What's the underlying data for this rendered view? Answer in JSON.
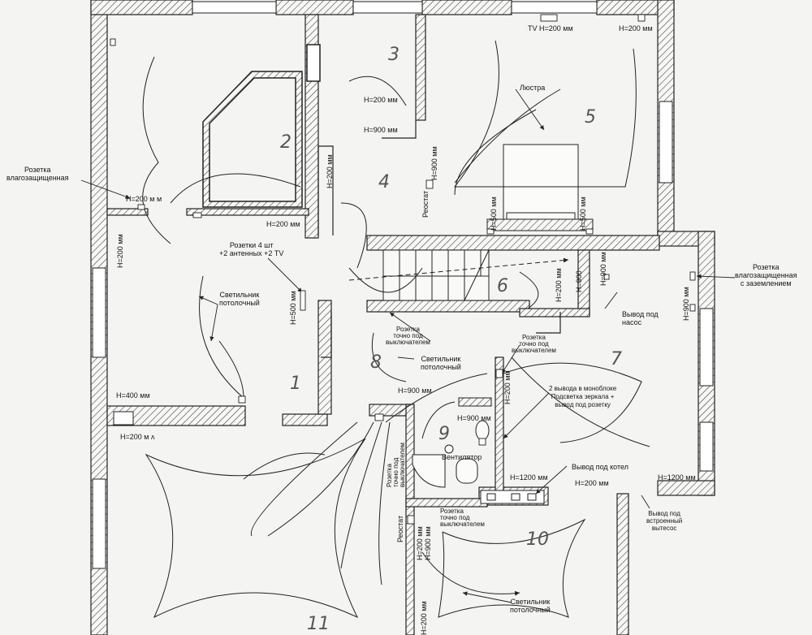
{
  "labels": {
    "rozetka_vlago": "Розетка\nвлагозащищенная",
    "h200_a": "H=200 м м",
    "h200_b": "H=200 мм",
    "h200_c": "H=200 мм",
    "h200_vert_left": "H=200 мм",
    "h200_vert_mid": "H=200 мм",
    "rozetki4": "Розетки 4 шт\n+2 антенных +2 TV",
    "svetilnik1": "Светильник\nпотолочный",
    "h500_left": "H=500 мм",
    "h400": "H=400 мм",
    "h200_bottom_left": "H=200 м ᴧ",
    "h200_room3": "H=200 мм",
    "h900_room3": "H=900 мм",
    "h900_vert_room4": "H=900 мм",
    "reostat_room4": "Реостат",
    "lyustra": "Люстра",
    "tv_h200": "TV H=200 мм",
    "h200_top_right": "H=200 мм",
    "h500_bed_left": "H=500 мм",
    "h500_bed_right": "H=500 мм",
    "rozetka_vlago_zazem": "Розетка\nвлагозащищенная\nс заземлением",
    "h900_room6": "H=900",
    "h200_room6": "H=200 мм",
    "h900_room7": "H=900 мм",
    "vyvod_nasos": "Вывод под\nнасос",
    "rozetka_switch_hall": "Розетка\nточно под\nвыключателем",
    "rozetka_switch_7": "Розетка\nточно под\nвыключателем",
    "svetilnik8": "Светильник\nпотолочный",
    "h900_room8": "H=900 мм",
    "h200_room7": "H=200 мм",
    "monoblock": "2 вывода в моноблоке\nПодсветка зеркала +\nвывод под розетку",
    "h900_room9": "H=900 мм",
    "ventilyator": "Вентилятор",
    "vyvod_kotel": "Вывод под котел",
    "h1200_a": "H=1200 мм",
    "h200_boiler": "H=200 мм",
    "h1200_b": "H=1200 мм",
    "vyvod_vytyazh": "Вывод под\nвстроенный\nвытесос",
    "rozetka_switch_11": "Розетка\nточно под\nвыключателем",
    "rozetka_switch_10": "Розетка\nточно под\nвыключателем",
    "reostat_10": "Реостат",
    "h200_room10": "H=200 мм",
    "h900_room10": "H=900 мм",
    "svetilnik10": "Светильник\nпотолочный",
    "h200_room10_low": "H=200 мм"
  },
  "room_numbers": {
    "r1": "1",
    "r2": "2",
    "r3": "3",
    "r4": "4",
    "r5": "5",
    "r6": "6",
    "r7": "7",
    "r8": "8",
    "r9": "9",
    "r10": "10",
    "r11": "11"
  }
}
